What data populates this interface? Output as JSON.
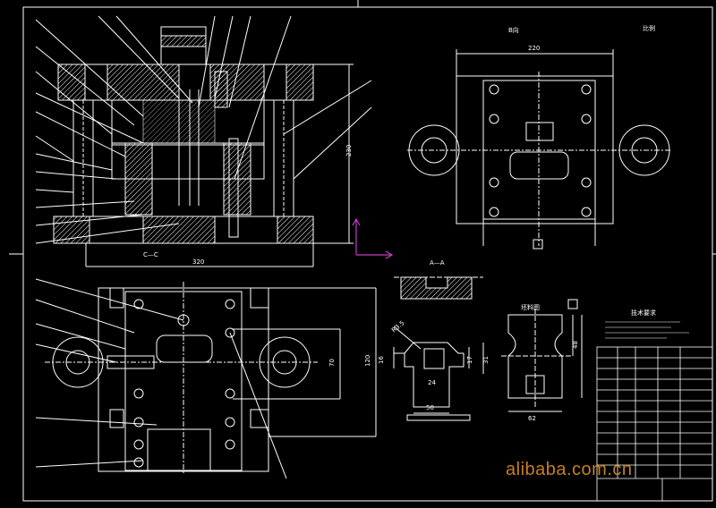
{
  "views": {
    "top_right_title": "B向",
    "section_label": "A—A",
    "frame_label": "C—C"
  },
  "dimensions": {
    "top_width": "320",
    "top_height": "230",
    "plan_width": "220",
    "plan_v1": "70",
    "plan_v2": "120",
    "part_width": "50",
    "part_h1": "16",
    "part_h2": "17",
    "part_h3": "31",
    "part_inner": "24",
    "part_r": "R3.5",
    "blank_w": "62",
    "blank_h": "48"
  },
  "labels": {
    "scale_note": "比例",
    "blank_title": "坯料图",
    "tech_title": "技术要求"
  },
  "watermark": "alibaba.com.cn",
  "colors": {
    "line": "#ffffff",
    "axis": "#c040c0",
    "hatch": "#ffffff"
  }
}
